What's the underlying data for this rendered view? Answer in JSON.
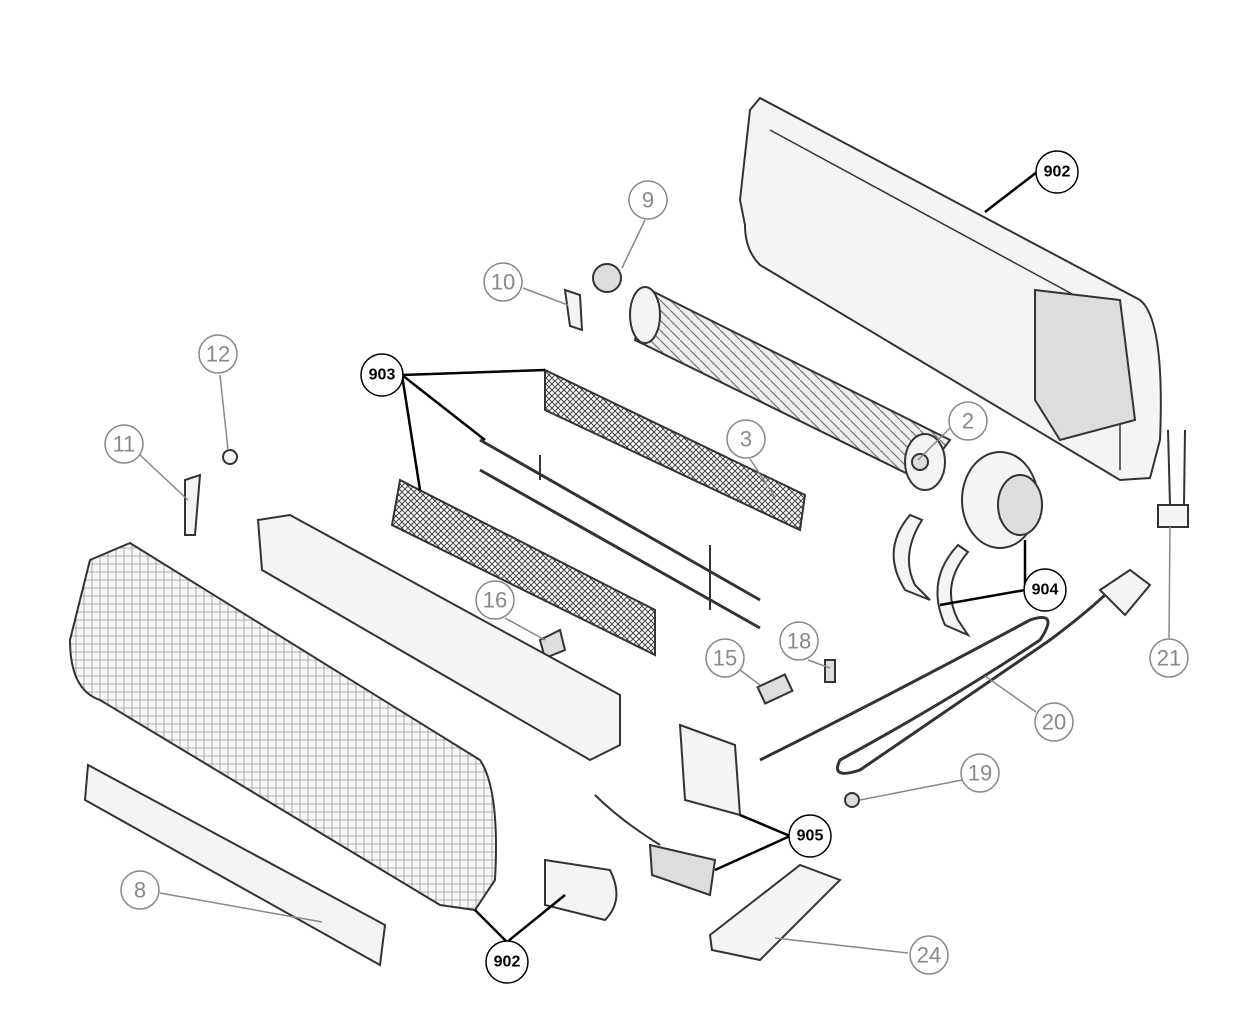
{
  "diagram": {
    "type": "exploded-parts-view",
    "labels": [
      {
        "id": "902",
        "style": "bold"
      },
      {
        "id": "9",
        "style": "gray"
      },
      {
        "id": "10",
        "style": "gray"
      },
      {
        "id": "12",
        "style": "gray"
      },
      {
        "id": "903",
        "style": "bold"
      },
      {
        "id": "11",
        "style": "gray"
      },
      {
        "id": "3",
        "style": "gray"
      },
      {
        "id": "2",
        "style": "gray"
      },
      {
        "id": "904",
        "style": "bold"
      },
      {
        "id": "16",
        "style": "gray"
      },
      {
        "id": "15",
        "style": "gray"
      },
      {
        "id": "18",
        "style": "gray"
      },
      {
        "id": "21",
        "style": "gray"
      },
      {
        "id": "20",
        "style": "gray"
      },
      {
        "id": "19",
        "style": "gray"
      },
      {
        "id": "905",
        "style": "bold"
      },
      {
        "id": "8",
        "style": "gray"
      },
      {
        "id": "902",
        "style": "bold"
      },
      {
        "id": "24",
        "style": "gray"
      }
    ]
  }
}
